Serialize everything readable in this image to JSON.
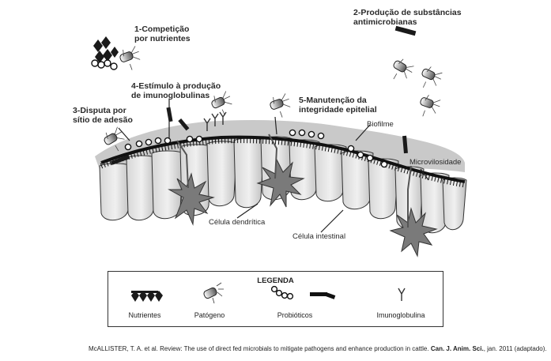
{
  "labels": {
    "item1_line1": "1-Competição",
    "item1_line2": "por nutrientes",
    "item2_line1": "2-Produção de substâncias",
    "item2_line2": "antimicrobianas",
    "item3_line1": "3-Disputa por",
    "item3_line2": "sítio de adesão",
    "item4_line1": "4-Estímulo à produção",
    "item4_line2": "de imunoglobulinas",
    "item5_line1": "5-Manutenção da",
    "item5_line2": "integridade epitelial",
    "biofilm": "Biofilme",
    "microvillus": "Microvilosidade",
    "dendritic_cell": "Célula dendrítica",
    "intestinal_cell": "Célula intestinal"
  },
  "legend": {
    "title": "LEGENDA",
    "items": [
      "Nutrientes",
      "Patógeno",
      "Probióticos",
      "Imunoglobulina"
    ]
  },
  "caption": {
    "prefix": "McALLISTER, T. A. et al. Review: The use of direct fed microbials to mitigate pathogens and enhance production in cattle.",
    "journal": "Can. J. Anim. Sci.",
    "suffix": ", jan. 2011 (adaptado)."
  }
}
